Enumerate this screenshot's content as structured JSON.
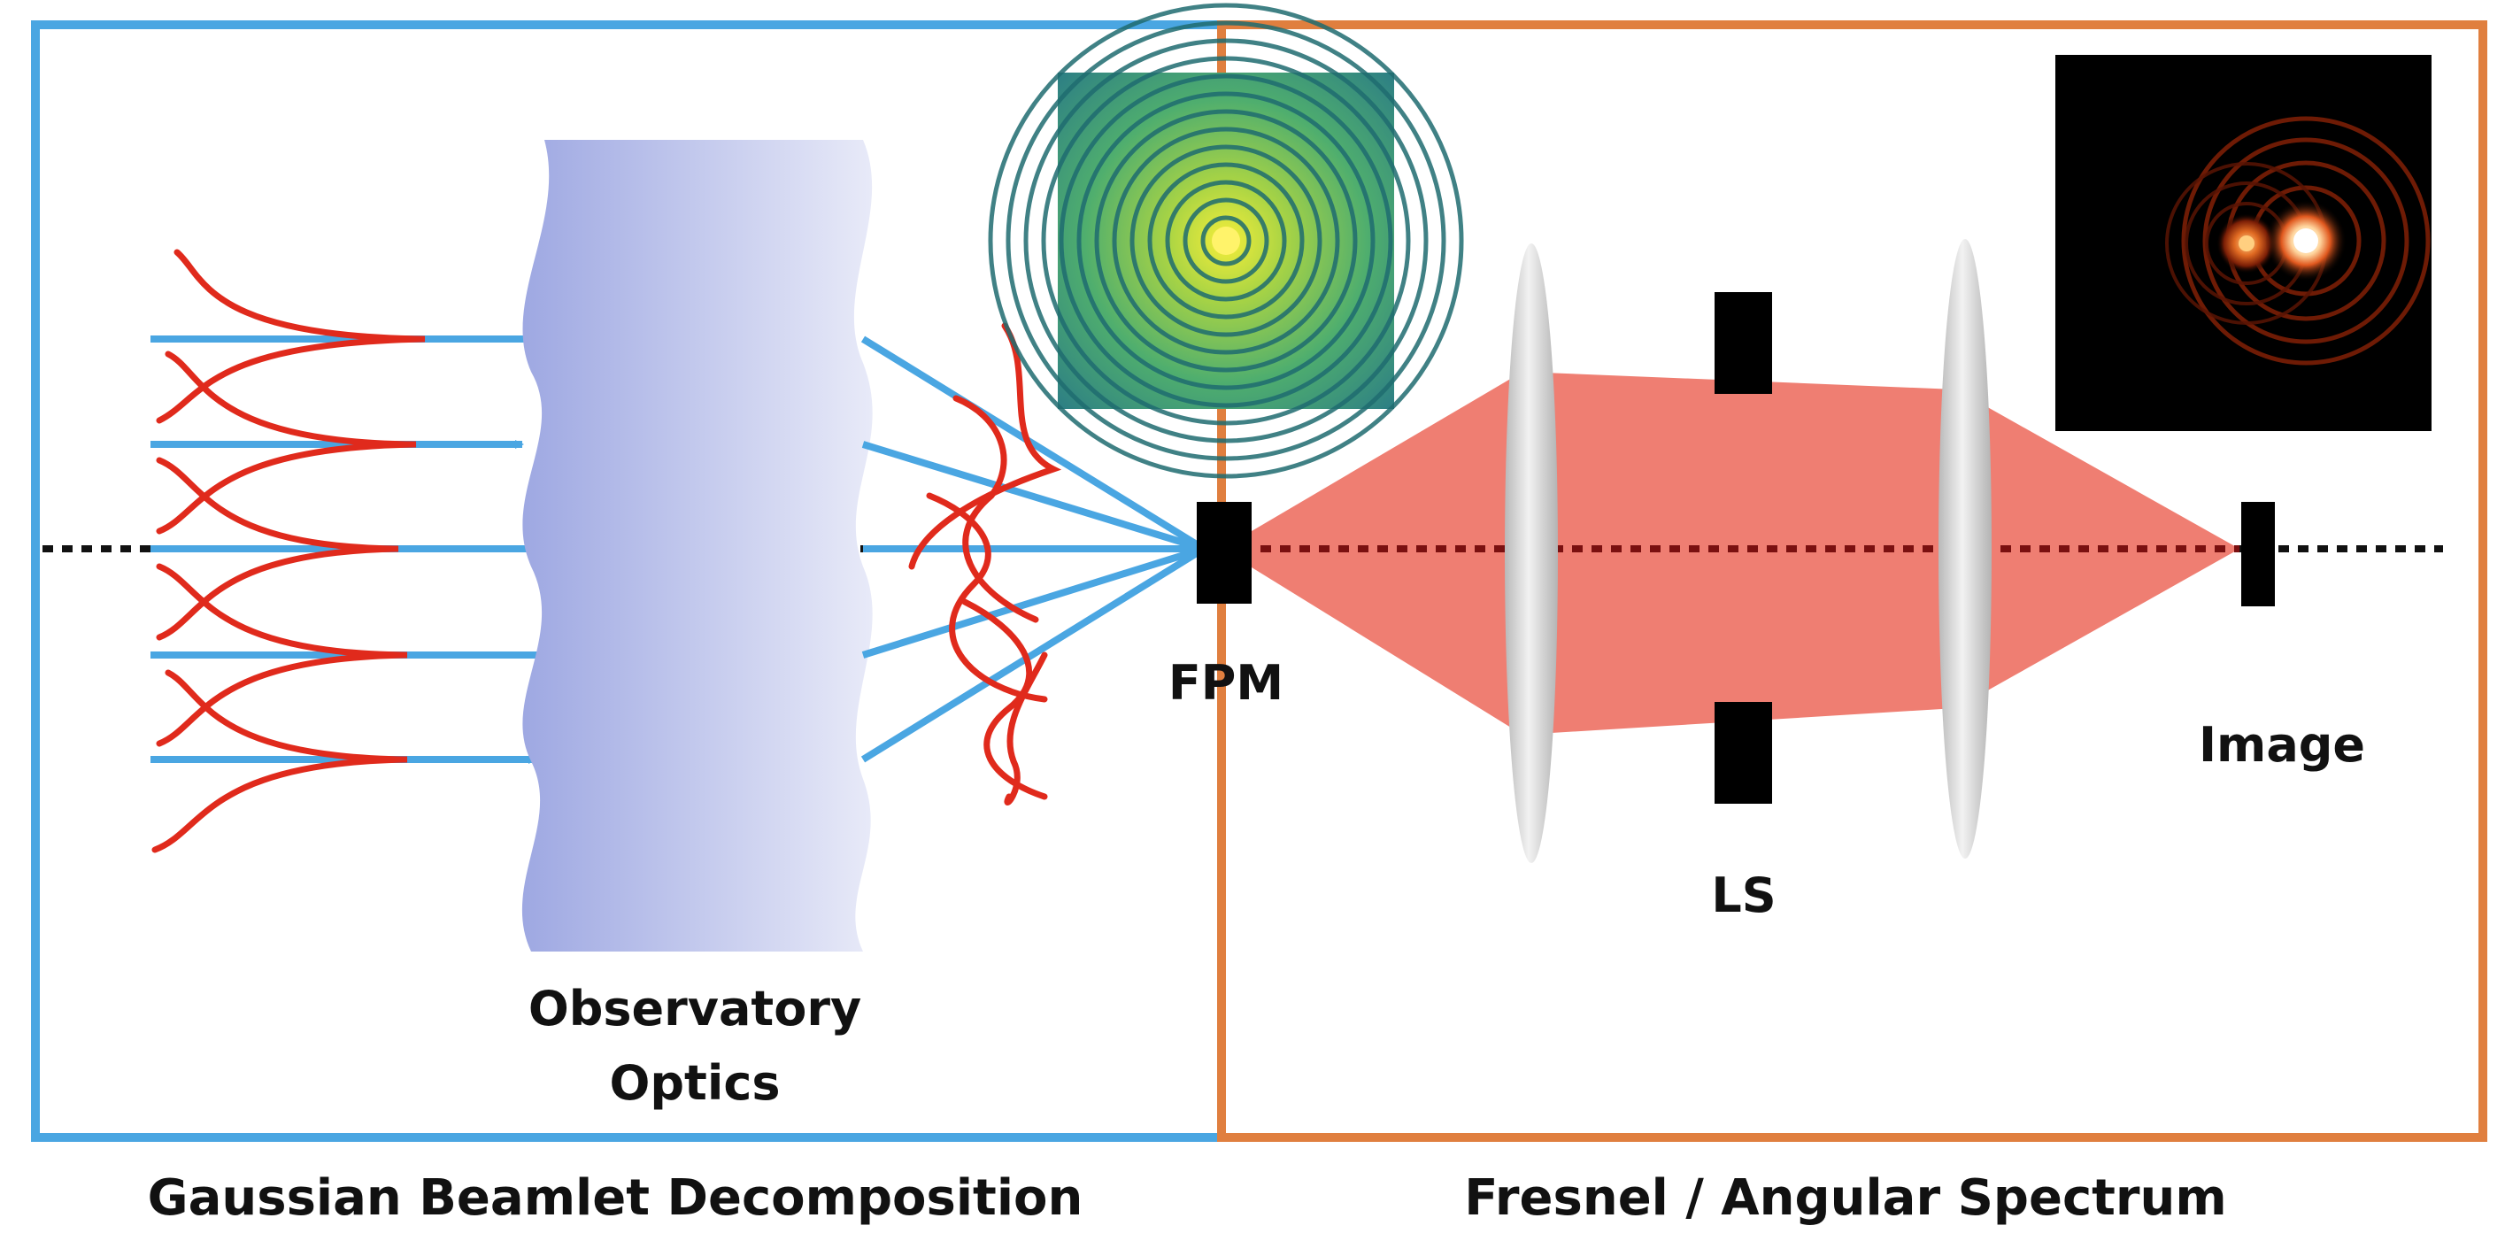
{
  "labels": {
    "observatory_optics_line1": "Observatory",
    "observatory_optics_line2": "Optics",
    "fpm": "FPM",
    "ls": "LS",
    "image": "Image",
    "left_panel_caption": "Gaussian Beamlet Decomposition",
    "right_panel_caption": "Fresnel / Angular Spectrum"
  },
  "colors": {
    "left_panel_border": "#4aa6e2",
    "right_panel_border": "#e07f3f",
    "beam_rays": "#4aa6e2",
    "gaussian_curves": "#e02a1c",
    "optics_surface_dark": "#9ea8e2",
    "optics_surface_light": "#e8eaf8",
    "propagated_beam": "#ef7e72",
    "stops": "#000000",
    "lens": "#c8c8c8"
  },
  "insets": {
    "focal_plane_pattern": "concentric-ring-airy-pattern",
    "final_image": "two-source-psf-image"
  }
}
